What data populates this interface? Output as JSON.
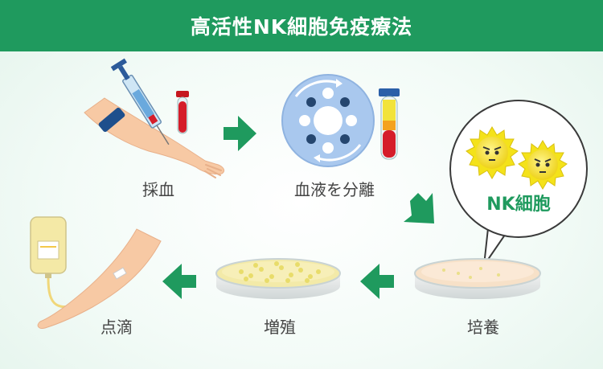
{
  "title": "高活性NK細胞免疫療法",
  "steps": {
    "blood_draw": "採血",
    "separation": "血液を分離",
    "culture": "培養",
    "proliferation": "増殖",
    "infusion": "点滴"
  },
  "bubble_label": "NK細胞",
  "colors": {
    "header": "#1f9a5e",
    "arrow": "#1f9a5e",
    "blood": "#d51d2a",
    "cell": "#f4e21a"
  }
}
